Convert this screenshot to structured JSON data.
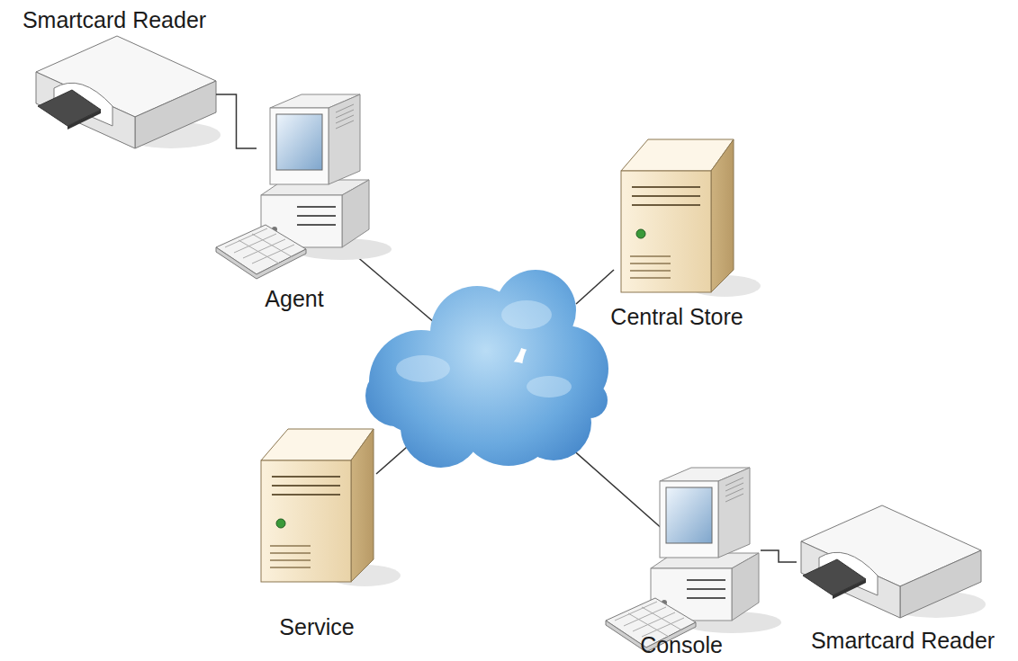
{
  "diagram": {
    "nodes": [
      {
        "text": [
          "Smartcard Reader"
        ]
      },
      {
        "text": [
          "Agent"
        ]
      },
      {
        "text": [
          "Central Store"
        ]
      },
      {
        "text": [
          "Service"
        ]
      },
      {
        "text": [
          "Console"
        ]
      },
      {
        "text": [
          "Smartcard Reader"
        ]
      }
    ],
    "edges": [
      {
        "from": 0,
        "to": 1,
        "arrow": "none"
      },
      {
        "from": 4,
        "to": 5,
        "arrow": "none"
      }
    ]
  }
}
